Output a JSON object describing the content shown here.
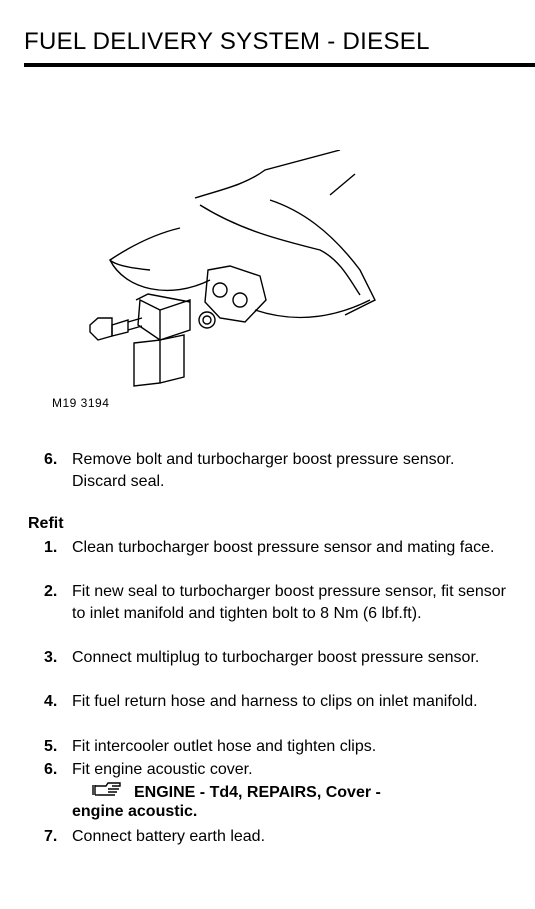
{
  "header": {
    "title": "FUEL DELIVERY SYSTEM - DIESEL"
  },
  "figure": {
    "ref": "M19 3194"
  },
  "removal_steps": [
    {
      "num": "6.",
      "text": "Remove bolt and turbocharger boost pressure sensor. Discard seal."
    }
  ],
  "refit": {
    "title": "Refit",
    "steps": [
      {
        "num": "1.",
        "text": "Clean turbocharger boost pressure sensor and mating face."
      },
      {
        "num": "2.",
        "text": "Fit new seal to turbocharger boost pressure sensor, fit sensor to inlet manifold and tighten bolt to 8 Nm (6 lbf.ft)."
      },
      {
        "num": "3.",
        "text": "Connect multiplug to turbocharger boost pressure sensor."
      },
      {
        "num": "4.",
        "text": "Fit fuel return hose and harness to clips on inlet manifold."
      },
      {
        "num": "5.",
        "text": "Fit intercooler outlet hose and tighten clips."
      },
      {
        "num": "6.",
        "text": "Fit engine acoustic cover."
      },
      {
        "num": "7.",
        "text": "Connect battery earth lead."
      }
    ],
    "reference": {
      "icon": "pointing-hand-icon",
      "line1": "ENGINE - Td4, REPAIRS, Cover -",
      "line2": "engine acoustic."
    }
  }
}
